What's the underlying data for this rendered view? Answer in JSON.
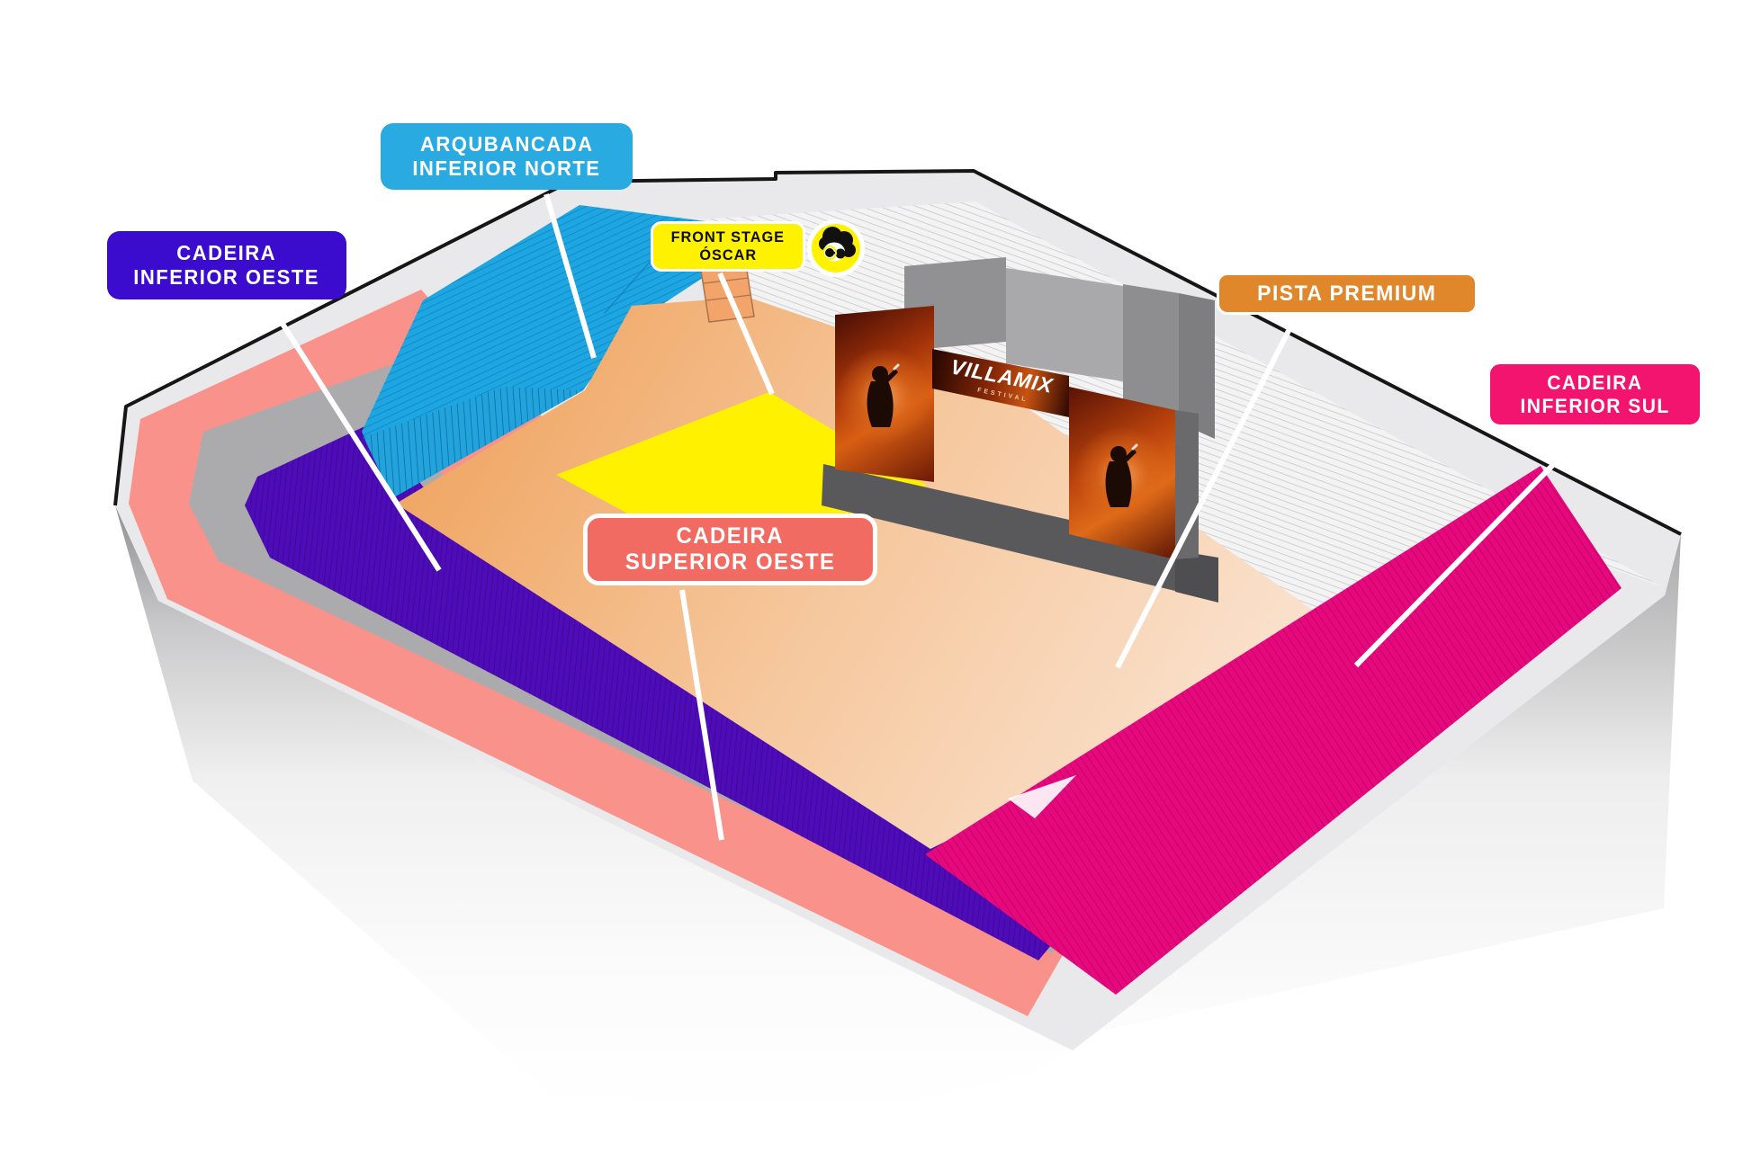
{
  "labels": {
    "arquibancada_inferior_norte": {
      "line1": "ARQUBANCADA",
      "line2": "INFERIOR NORTE",
      "color": "#29ABE2"
    },
    "cadeira_inferior_oeste": {
      "line1": "CADEIRA",
      "line2": "INFERIOR OESTE",
      "color": "#3B0CCD"
    },
    "front_stage_oscar": {
      "line1": "FRONT STAGE",
      "line2": "ÓSCAR",
      "color": "#FFF200"
    },
    "pista_premium": {
      "line1": "PISTA PREMIUM",
      "color": "#E1872B"
    },
    "cadeira_inferior_sul": {
      "line1": "CADEIRA",
      "line2": "INFERIOR SUL",
      "color": "#F2146E"
    },
    "cadeira_superior_oeste": {
      "line1": "CADEIRA",
      "line2": "SUPERIOR OESTE",
      "color": "#F26B63"
    }
  },
  "stage": {
    "brand": "VILLAMIX",
    "brand_subtitle": "FESTIVAL"
  },
  "sections": {
    "arquibancada_inferior_norte": "#1EA6E2",
    "cadeira_inferior_oeste": "#4E0CB8",
    "cadeira_inferior_sul": "#E8087E",
    "cadeira_superior_oeste": "#F8928B",
    "front_stage_floor": "#FFF100",
    "pista_premium_floor": "#F2B277",
    "walkway": "#ABABAD",
    "generic_stands": "#F3F3F4",
    "rim": "#E9E9EB"
  },
  "icons": {
    "oscar_mascot": "oscar-mascot-icon"
  }
}
